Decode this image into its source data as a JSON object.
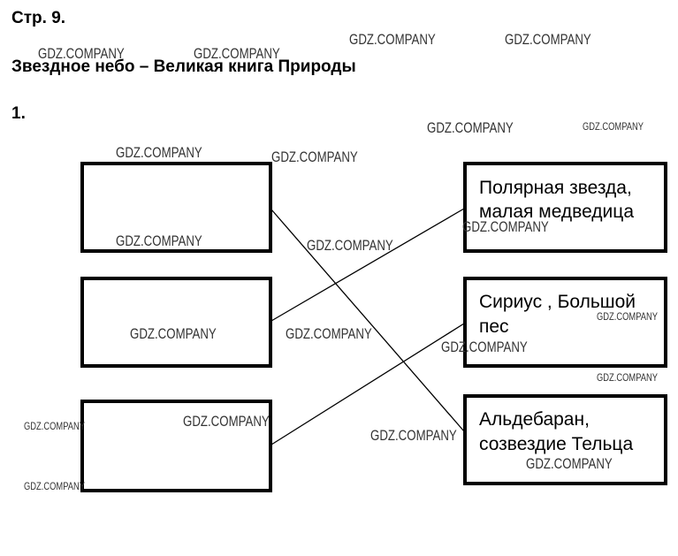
{
  "header": {
    "page_label": "Стр. 9.",
    "title": "Звездное небо – Великая книга Природы",
    "task_number": "1."
  },
  "right_boxes": [
    {
      "line1": "Полярная звезда,",
      "line2": "малая медведица"
    },
    {
      "line1": "Сириус , Большой",
      "line2": "пес"
    },
    {
      "line1": "Альдебаран,",
      "line2": "созвездие Тельца"
    }
  ],
  "watermark": "GDZ.COMPANY"
}
